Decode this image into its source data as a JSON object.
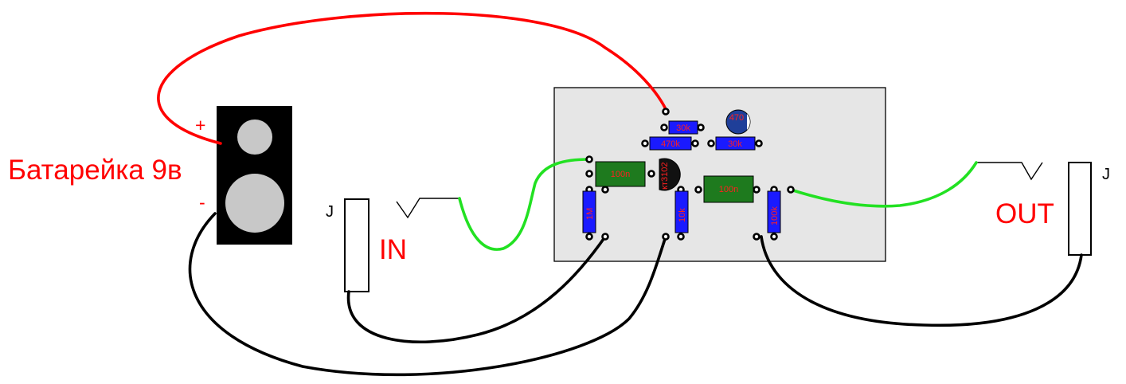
{
  "labels": {
    "battery_name": "Батарейка 9в",
    "plus": "+",
    "minus": "-",
    "jack_in_letter": "J",
    "jack_out_letter": "J",
    "in": "IN",
    "out": "OUT"
  },
  "components": {
    "r_30k_top": "30k",
    "r_470k": "470k",
    "r_30k_bottom": "30k",
    "cap_470": "470",
    "cap_100n_left": "100n",
    "cap_100n_right": "100n",
    "transistor": "кт3102",
    "r_1m": "1M",
    "r_10k": "10k",
    "r_100k": "100k"
  },
  "colors": {
    "power_wire": "#ff0000",
    "signal_wire": "#22e122",
    "ground_wire": "#000000",
    "board": "#e6e6e6",
    "resistor": "#1a1aff",
    "capacitor": "#1e7a1e",
    "electrolytic": "#1f3f99",
    "label_red": "#ff0000"
  }
}
